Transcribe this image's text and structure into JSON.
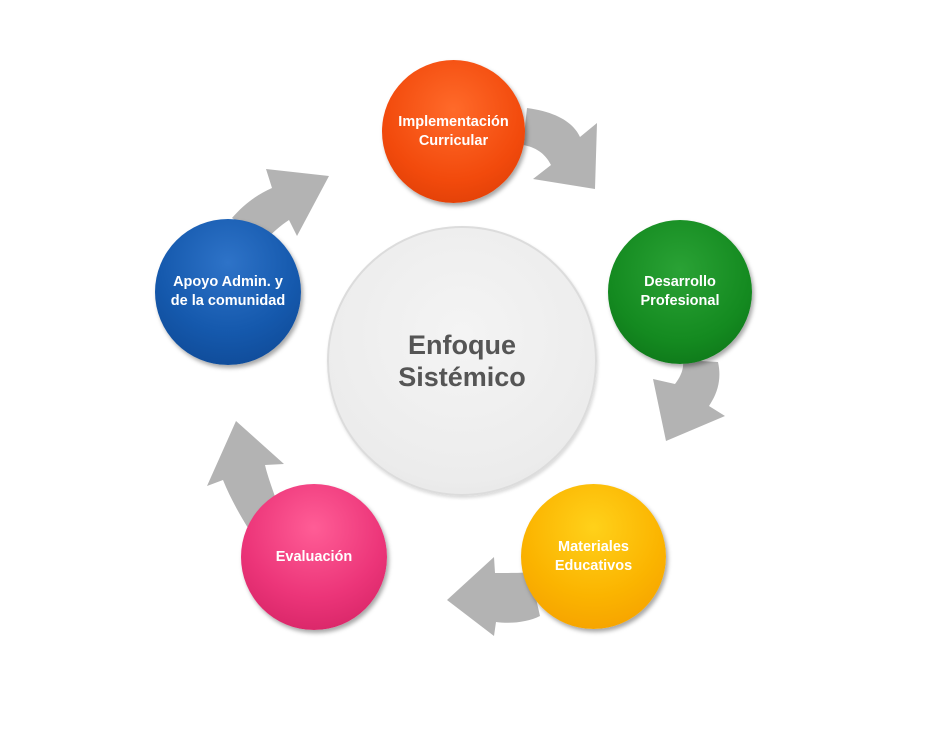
{
  "diagram": {
    "center": {
      "label": "Enfoque\nSistémico"
    },
    "nodes": [
      {
        "id": "impl",
        "label": "Implementación\nCurricular",
        "color": "#f24a0c"
      },
      {
        "id": "desa",
        "label": "Desarrollo\nProfesional",
        "color": "#148a20"
      },
      {
        "id": "mate",
        "label": "Materiales\nEducativos",
        "color": "#fbb400"
      },
      {
        "id": "eval",
        "label": "Evaluación",
        "color": "#ec3579"
      },
      {
        "id": "apoy",
        "label": "Apoyo Admin. y\nde la comunidad",
        "color": "#1559ad"
      }
    ],
    "arrow_color": "#b3b3b3",
    "flow": [
      "impl",
      "desa",
      "mate",
      "eval",
      "apoy",
      "impl"
    ]
  }
}
